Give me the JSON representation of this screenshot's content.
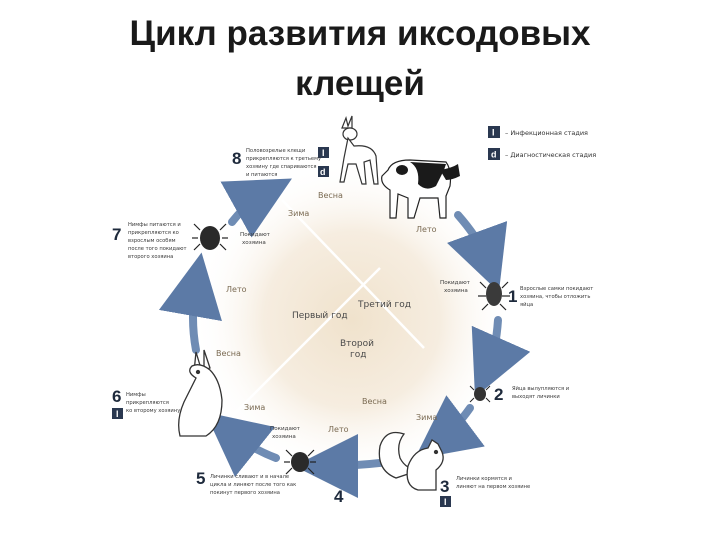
{
  "title": {
    "line1": "Цикл развития иксодовых",
    "line2": "клещей"
  },
  "legend": {
    "infective_badge": "I",
    "infective_label": "Инфекционная стадия",
    "diagnostic_badge": "d",
    "diagnostic_label": "Диагностическая стадия"
  },
  "years": {
    "first": "Первый год",
    "second": "Второй год",
    "third": "Третий год"
  },
  "seasons": {
    "spring_top": "Весна",
    "summer_top": "Лето",
    "winter_top": "Зима",
    "summer_left": "Лето",
    "spring_left": "Весна",
    "winter_left": "Зима",
    "summer_bottom": "Лето",
    "spring_bottom": "Весна",
    "winter_bottom": "Зима"
  },
  "stages": {
    "s1": "1",
    "s2": "2",
    "s3": "3",
    "s4": "4",
    "s5": "5",
    "s6": "6",
    "s7": "7",
    "s8": "8"
  },
  "badges": {
    "s8_i": "I",
    "s8_d": "d",
    "s6_i": "I",
    "s3_i": "I"
  },
  "descriptions": {
    "s1": "Взрослые самки покидают хозяина, чтобы отложить яйца",
    "s2": "Яйца вылупляются и выходят личинки",
    "s3": "Личинки кормятся и линяют на первом хозяине",
    "s5": "Личинки сливают и в начале цикла и линяют после того как покинут первого хозяина",
    "s6": "Нимфы прикрепляются ко второму хозяину",
    "s7": "Нимфы питаются и прикрепляются ко взрослым особям после того покидают второго хозяина",
    "s8": "Половозрелые клещи прикрепляются к третьему хозяину где спариваются и питаются"
  },
  "host_notes": {
    "leave_host_right": "Покидают хозяина",
    "leave_host_bottom": "Покидают хозяина",
    "leave_host_left": "Покидают хозяина"
  },
  "icons": [
    "deer-icon",
    "cow-icon",
    "tick-icon",
    "squirrel-icon",
    "rabbit-icon"
  ]
}
